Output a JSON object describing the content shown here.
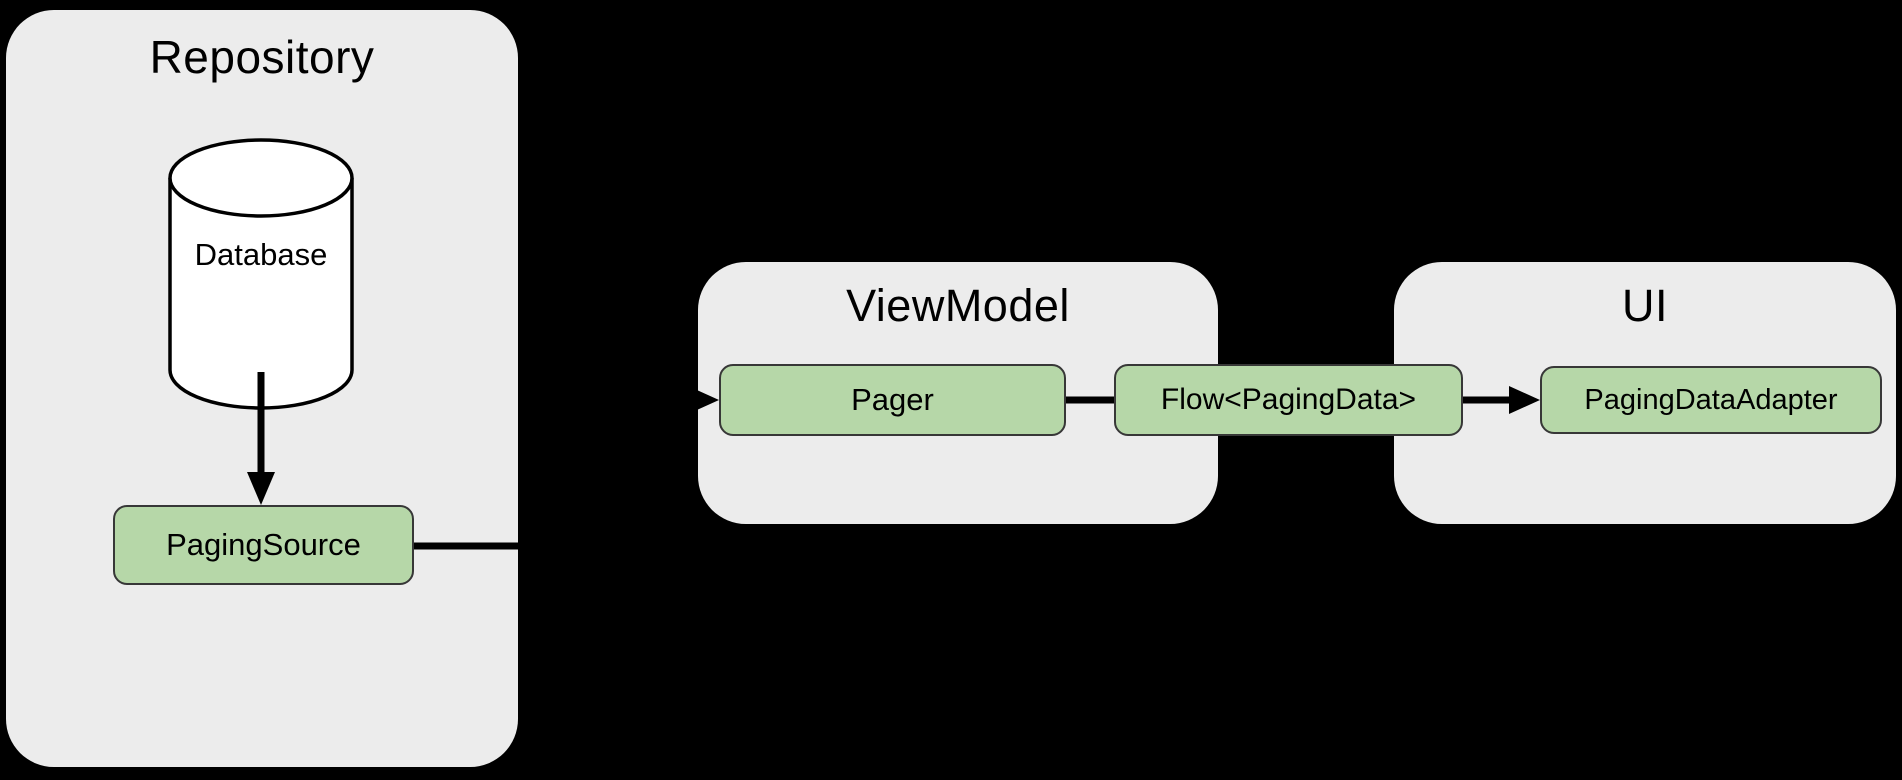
{
  "colors": {
    "background": "#000000",
    "container_fill": "#ececec",
    "node_fill": "#b6d7a8",
    "node_border": "#373737",
    "cylinder_fill": "#ffffff",
    "connector_stroke": "#000000",
    "text": "#000000"
  },
  "repository": {
    "title": "Repository",
    "database_label": "Database",
    "paging_source_label": "PagingSource"
  },
  "viewmodel": {
    "title": "ViewModel",
    "pager_label": "Pager"
  },
  "connector": {
    "flow_label": "Flow<PagingData>"
  },
  "ui": {
    "title": "UI",
    "adapter_label": "PagingDataAdapter"
  }
}
